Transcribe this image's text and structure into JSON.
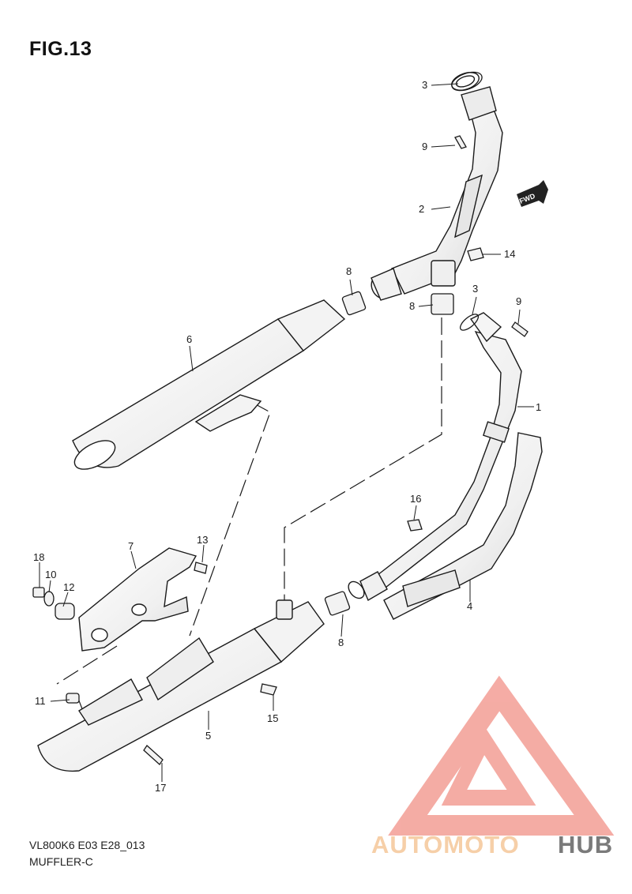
{
  "figure": {
    "title": "FIG.13",
    "model_code": "VL800K6 E03 E28_013",
    "section_name": "MUFFLER-C",
    "direction_marker": "FWD"
  },
  "callouts": [
    "1",
    "2",
    "3",
    "3",
    "4",
    "5",
    "6",
    "7",
    "8",
    "8",
    "8",
    "9",
    "9",
    "10",
    "11",
    "12",
    "13",
    "14",
    "15",
    "16",
    "17",
    "18"
  ],
  "watermark": {
    "text_part1": "AUTOMOTO",
    "text_part2": "HUB",
    "color_primary": "#f4a8a0",
    "color_secondary": "#f6cfa8",
    "color_text_dark": "#7a7a7a"
  },
  "colors": {
    "line": "#1a1a1a",
    "paper": "#ffffff",
    "shade": "#d9d9d9",
    "fill": "#f2f2f2"
  }
}
